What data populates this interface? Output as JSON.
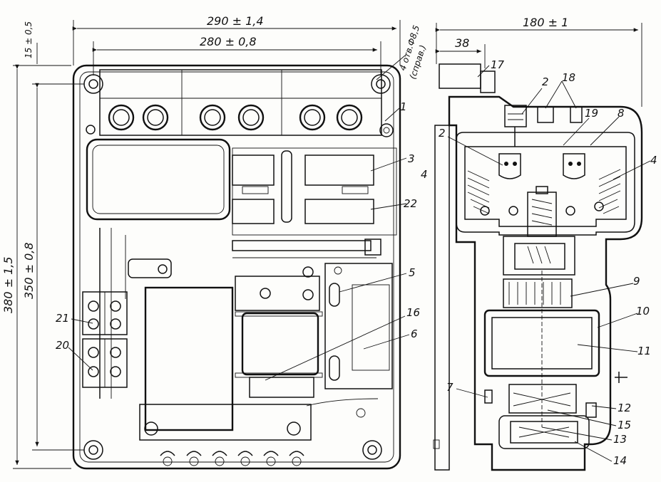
{
  "dimensions": {
    "width_total": "290 ± 1,4",
    "width_holes": "280 ± 0,8",
    "height_total": "380 ± 1,5",
    "height_holes": "350 ± 0,8",
    "offset_top": "15 ± 0,5",
    "depth_total": "180 ± 1",
    "depth_partial": "38",
    "hole_note_line1": "4 отв.Ф8,5",
    "hole_note_line2": "(справ.)"
  },
  "callouts": {
    "c1": "1",
    "c2a": "2",
    "c2b": "2",
    "c3": "3",
    "c4a": "4",
    "c4b": "4",
    "c5": "5",
    "c6": "6",
    "c7": "7",
    "c8": "8",
    "c9": "9",
    "c10": "10",
    "c11": "11",
    "c12": "12",
    "c13": "13",
    "c14": "14",
    "c15": "15",
    "c16": "16",
    "c17": "17",
    "c18": "18",
    "c19": "19",
    "c20": "20",
    "c21": "21",
    "c22": "22"
  }
}
